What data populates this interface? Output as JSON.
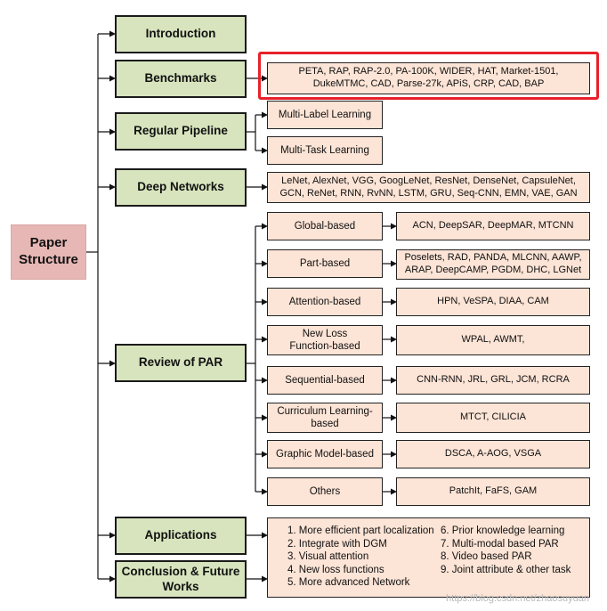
{
  "root": {
    "label": "Paper Structure"
  },
  "sections": {
    "introduction": "Introduction",
    "benchmarks": "Benchmarks",
    "regular_pipeline": "Regular Pipeline",
    "deep_networks": "Deep Networks",
    "review_of_par": "Review of PAR",
    "applications": "Applications",
    "conclusion": "Conclusion & Future Works"
  },
  "benchmarks_datasets": "PETA, RAP, RAP-2.0, PA-100K, WIDER,  HAT, Market-1501, DukeMTMC, CAD, Parse-27k, APiS, CRP, CAD, BAP",
  "regular_pipeline_items": [
    "Multi-Label Learning",
    "Multi-Task Learning"
  ],
  "deep_networks_list": "LeNet, AlexNet, VGG, GoogLeNet, ResNet, DenseNet, CapsuleNet, GCN, ReNet, RNN, RvNN, LSTM, GRU, Seq-CNN, EMN, VAE, GAN",
  "review_categories": [
    {
      "name": "Global-based",
      "methods": "ACN, DeepSAR, DeepMAR, MTCNN"
    },
    {
      "name": "Part-based",
      "methods": "Poselets, RAD, PANDA, MLCNN, AAWP, ARAP, DeepCAMP, PGDM, DHC, LGNet"
    },
    {
      "name": "Attention-based",
      "methods": "HPN, VeSPA, DIAA, CAM"
    },
    {
      "name": "New Loss Function-based",
      "methods": "WPAL, AWMT,"
    },
    {
      "name": "Sequential-based",
      "methods": "CNN-RNN, JRL, GRL, JCM, RCRA"
    },
    {
      "name": "Curriculum Learning-based",
      "methods": "MTCT, CILICIA"
    },
    {
      "name": "Graphic Model-based",
      "methods": "DSCA, A-AOG, VSGA"
    },
    {
      "name": "Others",
      "methods": "PatchIt, FaFS, GAM"
    }
  ],
  "future_works": {
    "left": [
      "1. More efficient part localization",
      "2. Integrate with DGM",
      "3. Visual attention",
      "4. New loss functions",
      "5. More advanced Network"
    ],
    "right": [
      "6. Prior knowledge learning",
      "7. Multi-modal based PAR",
      "8. Video based PAR",
      "9. Joint attribute & other task"
    ]
  },
  "watermark": "https://blog.csdn.net/zhaosuyuan",
  "colors": {
    "root": "#e6b7b5",
    "section": "#d7e4bd",
    "detail": "#fce4d6",
    "highlight": "#e8202a"
  }
}
